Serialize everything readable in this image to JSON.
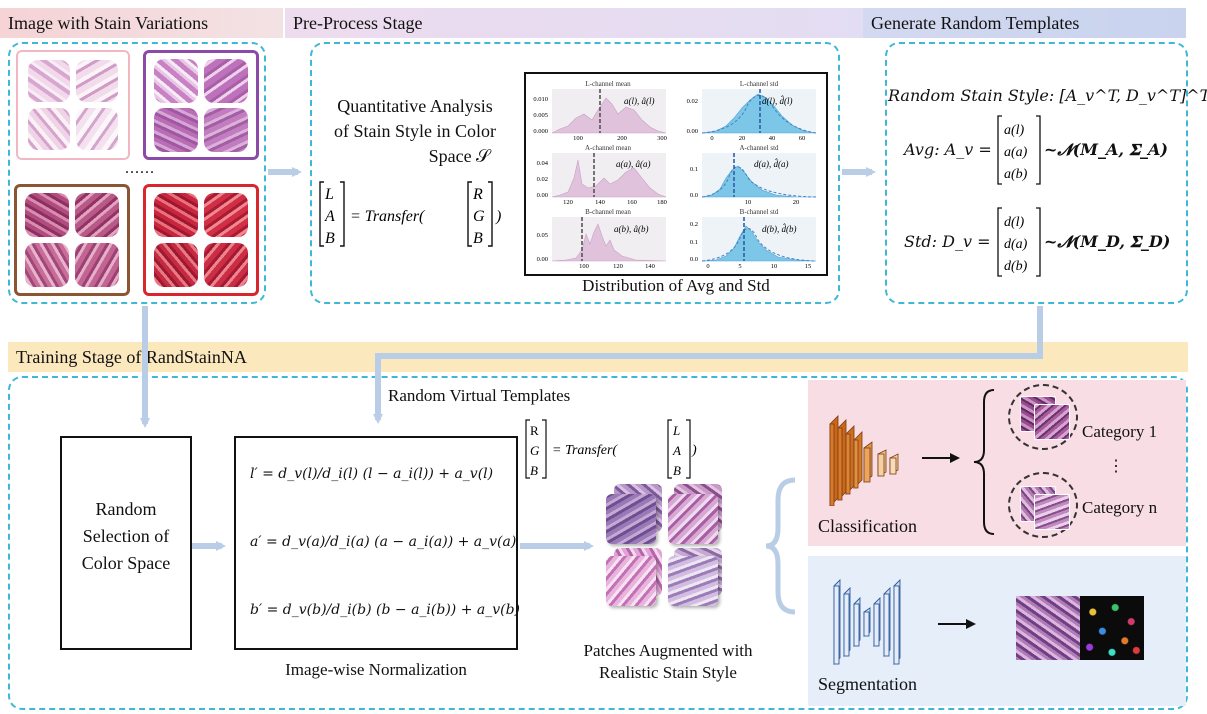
{
  "headers": {
    "stain_variations": "Image with Stain Variations",
    "preprocess": "Pre-Process Stage",
    "templates": "Generate Random Templates",
    "training": "Training Stage of RandStainNA"
  },
  "preprocess": {
    "analysis_line1": "Quantitative Analysis",
    "analysis_line2": "of Stain Style in Color",
    "analysis_line3": "Space 𝒮",
    "transfer_eq": "[L A B] = Transfer([R G B])",
    "distribution_caption": "Distribution of Avg and Std",
    "ellipsis": "......"
  },
  "histograms": {
    "l_mean_title": "L-channel mean",
    "l_std_title": "L-channel std",
    "a_mean_title": "A-channel mean",
    "a_std_title": "A-channel std",
    "b_mean_title": "B-channel mean",
    "b_std_title": "B-channel std",
    "l_mean_legend": "a(l), â(l)",
    "l_std_legend": "d(l), d̂(l)",
    "a_mean_legend": "a(a), â(a)",
    "a_std_legend": "d(a), d̂(a)",
    "b_mean_legend": "a(b), â(b)",
    "b_std_legend": "d(b), d̂(b)",
    "l_mean_yticks": [
      "0.010",
      "0.005",
      "0.000"
    ],
    "l_mean_xticks": [
      "100",
      "200",
      "300"
    ],
    "l_std_yticks": [
      "0.02",
      "0.00"
    ],
    "l_std_xticks": [
      "0",
      "20",
      "40",
      "60"
    ],
    "a_mean_yticks": [
      "0.04",
      "0.02",
      "0.00"
    ],
    "a_mean_xticks": [
      "120",
      "140",
      "160",
      "180"
    ],
    "a_std_yticks": [
      "0.1",
      "0.0"
    ],
    "a_std_xticks": [
      "10",
      "20"
    ],
    "b_mean_yticks": [
      "0.05",
      "0.00"
    ],
    "b_mean_xticks": [
      "100",
      "120",
      "140"
    ],
    "b_std_yticks": [
      "0.2",
      "0.1",
      "0.0"
    ],
    "b_std_xticks": [
      "0",
      "5",
      "10",
      "15"
    ]
  },
  "templates": {
    "style_label": "Random Stain Style: [A_v^T, D_v^T]^T",
    "avg_label": "Avg: A_v =",
    "avg_vec": [
      "a(l)",
      "a(a)",
      "a(b)"
    ],
    "avg_dist": "~𝓝(M_A, 𝚺_A)",
    "std_label": "Std: D_v =",
    "std_vec": [
      "d(l)",
      "d(a)",
      "d(b)"
    ],
    "std_dist": "~𝓝(M_D, 𝚺_D)"
  },
  "training": {
    "random_selection_line1": "Random",
    "random_selection_line2": "Selection of",
    "random_selection_line3": "Color Space",
    "virtual_templates": "Random Virtual Templates",
    "transfer_back_eq": "[R G B] = Transfer([L A B])",
    "eq_l": "l′ = d_v(l)/d_i(l) (l − a_i(l)) + a_v(l)",
    "eq_a": "a′ = d_v(a)/d_i(a) (a − a_i(a)) + a_v(a)",
    "eq_b": "b′ = d_v(b)/d_i(b) (b − a_i(b)) + a_v(b)",
    "normalization_caption": "Image-wise Normalization",
    "patches_caption_line1": "Patches Augmented with",
    "patches_caption_line2": "Realistic Stain Style",
    "classification": "Classification",
    "segmentation": "Segmentation",
    "category_1": "Category 1",
    "category_n": "Category n",
    "vdots": "⋮"
  },
  "colors": {
    "header_pink": "#f7dede",
    "header_purple": "#e6ddf3",
    "header_blue": "#d6deef",
    "header_yellow": "#fbeac0",
    "dash_blue": "#3fb7d6",
    "arrow_blue": "#b9cde6",
    "class_bg": "#f9dde4",
    "seg_bg": "#e6eef9",
    "hist_pink": "#e3c4dc",
    "hist_blue": "#7cc6e8"
  }
}
